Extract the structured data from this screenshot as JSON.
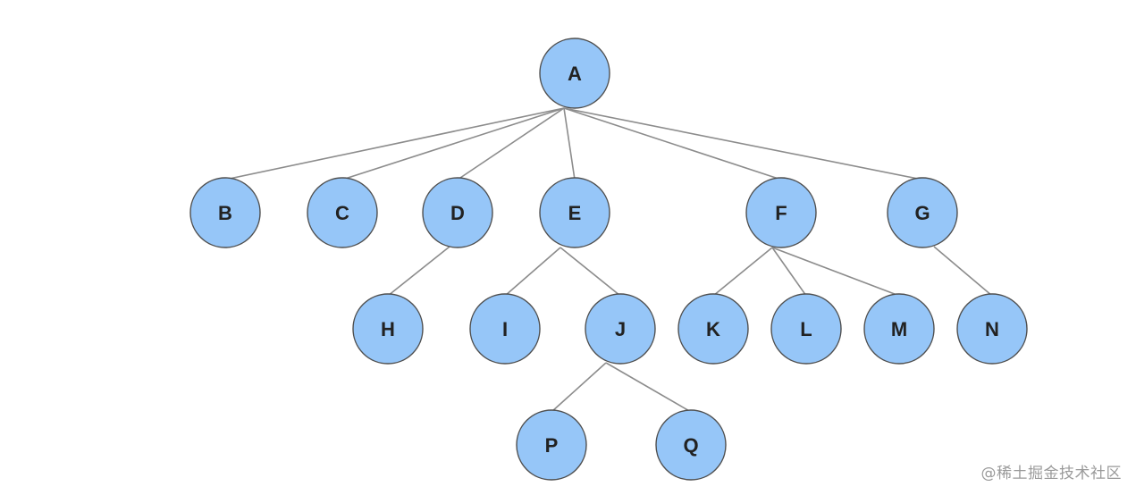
{
  "diagram": {
    "type": "tree",
    "nodes": [
      {
        "id": "A",
        "label": "A"
      },
      {
        "id": "B",
        "label": "B"
      },
      {
        "id": "C",
        "label": "C"
      },
      {
        "id": "D",
        "label": "D"
      },
      {
        "id": "E",
        "label": "E"
      },
      {
        "id": "F",
        "label": "F"
      },
      {
        "id": "G",
        "label": "G"
      },
      {
        "id": "H",
        "label": "H"
      },
      {
        "id": "I",
        "label": "I"
      },
      {
        "id": "J",
        "label": "J"
      },
      {
        "id": "K",
        "label": "K"
      },
      {
        "id": "L",
        "label": "L"
      },
      {
        "id": "M",
        "label": "M"
      },
      {
        "id": "N",
        "label": "N"
      },
      {
        "id": "P",
        "label": "P"
      },
      {
        "id": "Q",
        "label": "Q"
      }
    ],
    "edges": [
      [
        "A",
        "B"
      ],
      [
        "A",
        "C"
      ],
      [
        "A",
        "D"
      ],
      [
        "A",
        "E"
      ],
      [
        "A",
        "F"
      ],
      [
        "A",
        "G"
      ],
      [
        "D",
        "H"
      ],
      [
        "E",
        "I"
      ],
      [
        "E",
        "J"
      ],
      [
        "F",
        "K"
      ],
      [
        "F",
        "L"
      ],
      [
        "F",
        "M"
      ],
      [
        "G",
        "N"
      ],
      [
        "J",
        "P"
      ],
      [
        "J",
        "Q"
      ]
    ],
    "colors": {
      "node_fill": "#96c6f8",
      "node_stroke": "#4f4f4f",
      "edge": "#8c8c8c"
    }
  },
  "watermark": "@稀土掘金技术社区"
}
